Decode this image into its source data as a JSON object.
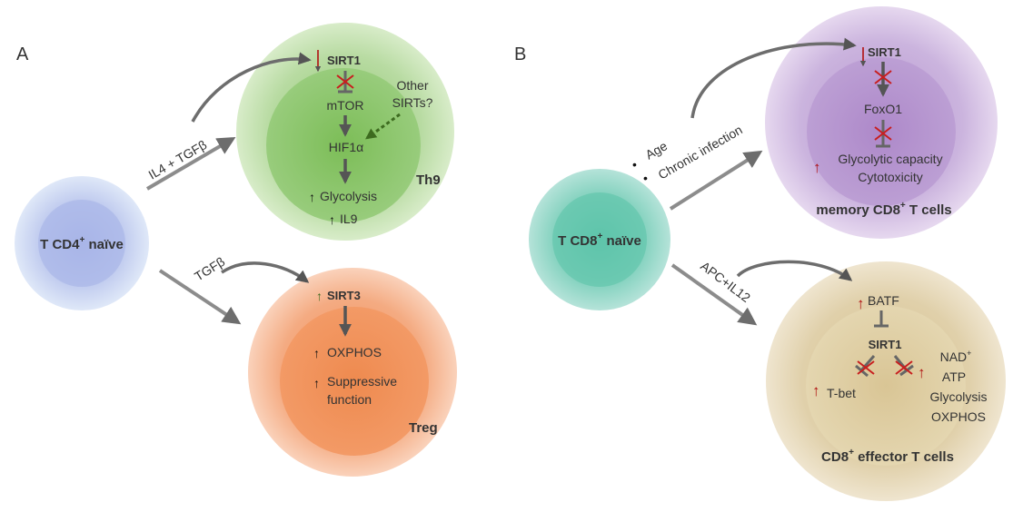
{
  "panel_a": {
    "label": "A",
    "naive_cell": {
      "text": "T CD4",
      "sup": "+",
      "text2": " naïve"
    },
    "th9_edge": "IL4 + TGFβ",
    "treg_edge": "TGFβ",
    "th9": {
      "sirt": "SIRT1",
      "mtor": "mTOR",
      "hif": "HIF1α",
      "glycolysis": "Glycolysis",
      "il9": "IL9",
      "other_line1": "Other",
      "other_line2": "SIRTs?",
      "name": "Th9"
    },
    "treg": {
      "sirt": "SIRT3",
      "oxphos": "OXPHOS",
      "suppressive_line1": "Suppressive",
      "suppressive_line2": "function",
      "name": "Treg"
    }
  },
  "panel_b": {
    "label": "B",
    "naive_cell": {
      "text": "T CD8",
      "sup": "+",
      "text2": " naïve"
    },
    "memory_conditions": [
      "Age",
      "Chronic infection"
    ],
    "effector_edge": "APC+IL12",
    "memory": {
      "sirt": "SIRT1",
      "foxo": "FoxO1",
      "glycolytic": "Glycolytic capacity",
      "cytotoxicity": "Cytotoxicity",
      "name_pre": "memory CD8",
      "name_sup": "+",
      "name_post": " T cells"
    },
    "effector": {
      "batf": "BATF",
      "sirt": "SIRT1",
      "tbet": "T-bet",
      "nad": "NAD",
      "nad_sup": "+",
      "atp": "ATP",
      "glycolysis": "Glycolysis",
      "oxphos": "OXPHOS",
      "name_pre": "CD8",
      "name_sup": "+",
      "name_post": " effector T cells"
    }
  },
  "colors": {
    "th9": "#9fcf86",
    "treg": "#f2a070",
    "memory": "#c7aed9",
    "effector": "#dccba2",
    "cd4_naive": "#b7c3ea",
    "cd8_naive": "#6fc9b3",
    "arrow_up": "#b01010",
    "inhibit_x": "#c81e1e",
    "arrow_gray": "#6d6d6d"
  }
}
